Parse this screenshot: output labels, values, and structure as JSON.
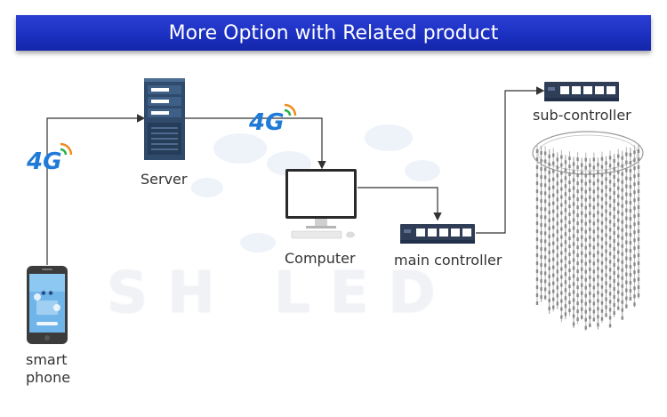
{
  "title": "More Option with Related product",
  "watermark": "SH LED",
  "nodes": {
    "smart_phone": {
      "label_line1": "smart",
      "label_line2": "phone"
    },
    "server": {
      "label": "Server"
    },
    "computer": {
      "label": "Computer"
    },
    "main_controller": {
      "label": "main controller"
    },
    "sub_controller": {
      "label": "sub-controller"
    }
  },
  "network_badges": [
    "4G",
    "4G"
  ],
  "colors": {
    "banner": "#1a2fbf",
    "line": "#333333",
    "badge_blue": "#1f7ad8",
    "signal_green": "#26b24a",
    "signal_orange": "#f08a1c"
  }
}
